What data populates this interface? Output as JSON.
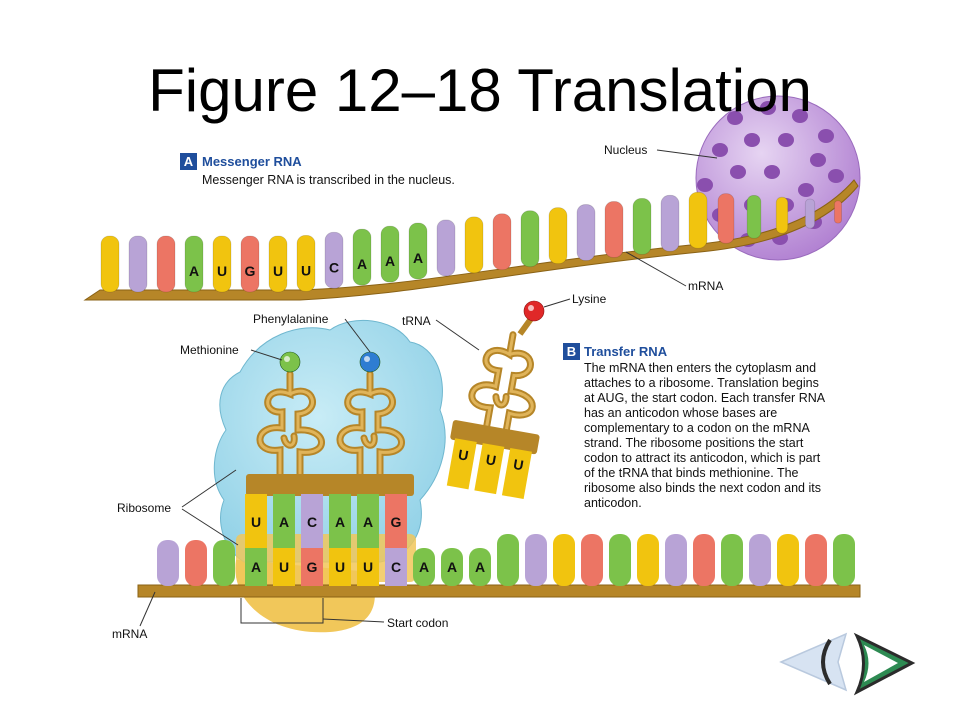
{
  "title": "Figure 12–18 Translation",
  "colors": {
    "yellow": "#f1c40f",
    "purple": "#b8a3d6",
    "red": "#ec7564",
    "green": "#7cc24a",
    "backbone": "#b68628",
    "nucleus": "#b07fd1",
    "ribosome": "#8fd0e6",
    "ribosome_base": "#f1c75a",
    "heading_blue": "#1f4e9c"
  },
  "section_a": {
    "badge": "A",
    "heading": "Messenger RNA",
    "text": "Messenger RNA is transcribed in the nucleus."
  },
  "section_b": {
    "badge": "B",
    "heading": "Transfer RNA",
    "lines": [
      "The mRNA then enters the cytoplasm and",
      "attaches to a ribosome. Translation begins",
      "at AUG, the start codon. Each transfer RNA",
      "has an anticodon whose bases are",
      "complementary to a codon on the mRNA",
      "strand. The ribosome positions the start",
      "codon to attract its anticodon, which is part",
      "of the tRNA that binds methionine. The",
      "ribosome also binds the next codon and its",
      "anticodon."
    ]
  },
  "labels": {
    "nucleus": "Nucleus",
    "mrna_top": "mRNA",
    "lysine": "Lysine",
    "trna": "tRNA",
    "phenylalanine": "Phenylalanine",
    "methionine": "Methionine",
    "ribosome": "Ribosome",
    "mrna_bottom": "mRNA",
    "start_codon": "Start codon"
  },
  "top_strand_bases": [
    "A",
    "U",
    "G",
    "U",
    "U",
    "C",
    "A",
    "A",
    "A"
  ],
  "anticodon_bases": [
    "U",
    "A",
    "C",
    "A",
    "A",
    "G"
  ],
  "bottom_codon_bases": [
    "A",
    "U",
    "G",
    "U",
    "U",
    "C",
    "A",
    "A",
    "A"
  ],
  "free_trna_bases": [
    "U",
    "U",
    "U"
  ],
  "nav": {
    "back_icon": "back-arrow-icon",
    "forward_icon": "forward-arrow-icon"
  }
}
